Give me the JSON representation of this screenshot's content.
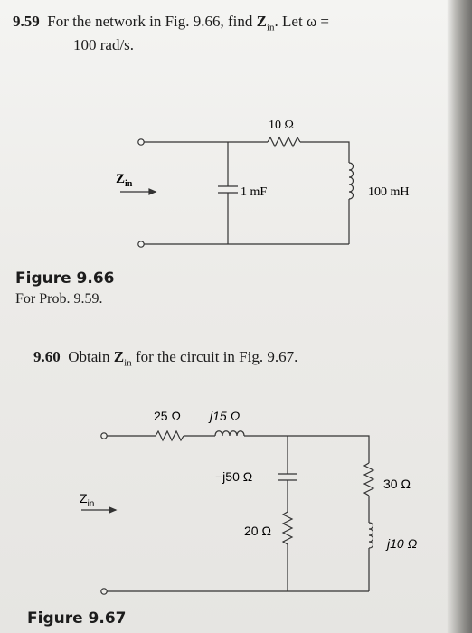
{
  "p959": {
    "number": "9.59",
    "text_pre": "For the network in Fig. 9.66, find ",
    "z": "Z",
    "zsub": "in",
    "text_post": ". Let ω =",
    "line2": "100 rad/s."
  },
  "fig966": {
    "zin_z": "Z",
    "zin_sub": "in",
    "resistor": "10 Ω",
    "capacitor": "1 mF",
    "inductor": "100 mH",
    "title": "Figure 9.66",
    "subtitle": "For Prob. 9.59."
  },
  "p960": {
    "number": "9.60",
    "text_pre": "Obtain ",
    "z": "Z",
    "zsub": "in",
    "text_post": " for the circuit in Fig. 9.67."
  },
  "fig967": {
    "zin_z": "Z",
    "zin_sub": "in",
    "r25": "25 Ω",
    "l15": "j15 Ω",
    "c50": "−j50 Ω",
    "r20": "20 Ω",
    "r30": "30 Ω",
    "l10": "j10 Ω",
    "title": "Figure 9.67"
  }
}
